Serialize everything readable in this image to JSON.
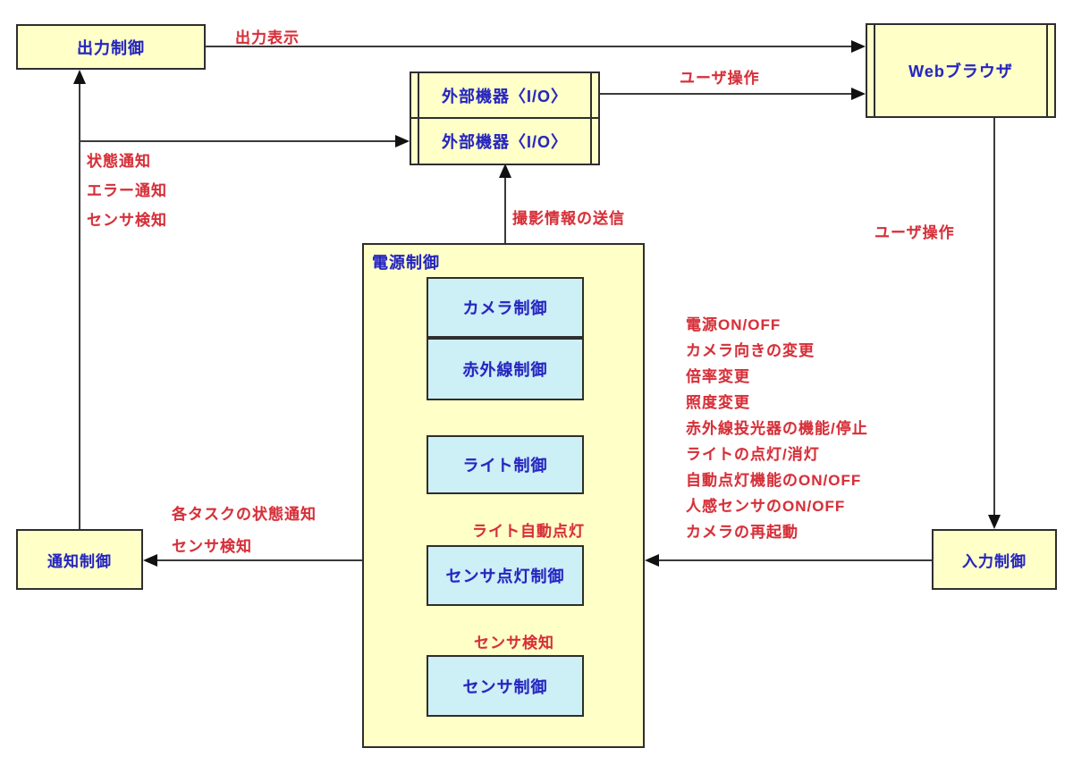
{
  "diagram": {
    "nodes": {
      "output_control": {
        "label": "出力制御"
      },
      "external_io_top": {
        "label": "外部機器〈I/O〉"
      },
      "external_io_bottom": {
        "label": "外部機器〈I/O〉"
      },
      "web_browser": {
        "label": "Webブラウザ"
      },
      "power_control": {
        "label": "電源制御"
      },
      "camera_control": {
        "label": "カメラ制御"
      },
      "infrared_control": {
        "label": "赤外線制御"
      },
      "light_control": {
        "label": "ライト制御"
      },
      "sensor_light_control": {
        "label": "センサ点灯制御"
      },
      "sensor_control": {
        "label": "センサ制御"
      },
      "notification_control": {
        "label": "通知制御"
      },
      "input_control": {
        "label": "入力制御"
      }
    },
    "edge_labels": {
      "output_display": "出力表示",
      "user_operation_top": "ユーザ操作",
      "user_operation_right": "ユーザ操作",
      "status_notice": "状態通知",
      "error_notice": "エラー通知",
      "sensor_detect_left": "センサ検知",
      "shoot_info_send": "撮影情報の送信",
      "task_status_notice": "各タスクの状態通知",
      "sensor_detect_notify": "センサ検知",
      "light_auto_on": "ライト自動点灯",
      "sensor_detect_inner": "センサ検知",
      "input_commands": [
        "電源ON/OFF",
        "カメラ向きの変更",
        "倍率変更",
        "照度変更",
        "赤外線投光器の機能/停止",
        "ライトの点灯/消灯",
        "自動点灯機能のON/OFF",
        "人感センサのON/OFF",
        "カメラの再起動"
      ]
    },
    "colors": {
      "node_fill": "#FFFFC8",
      "subnode_fill": "#CDEFF6",
      "node_text": "#2626BD",
      "edge_text": "#D5303A",
      "line": "#3A3A3A"
    }
  }
}
